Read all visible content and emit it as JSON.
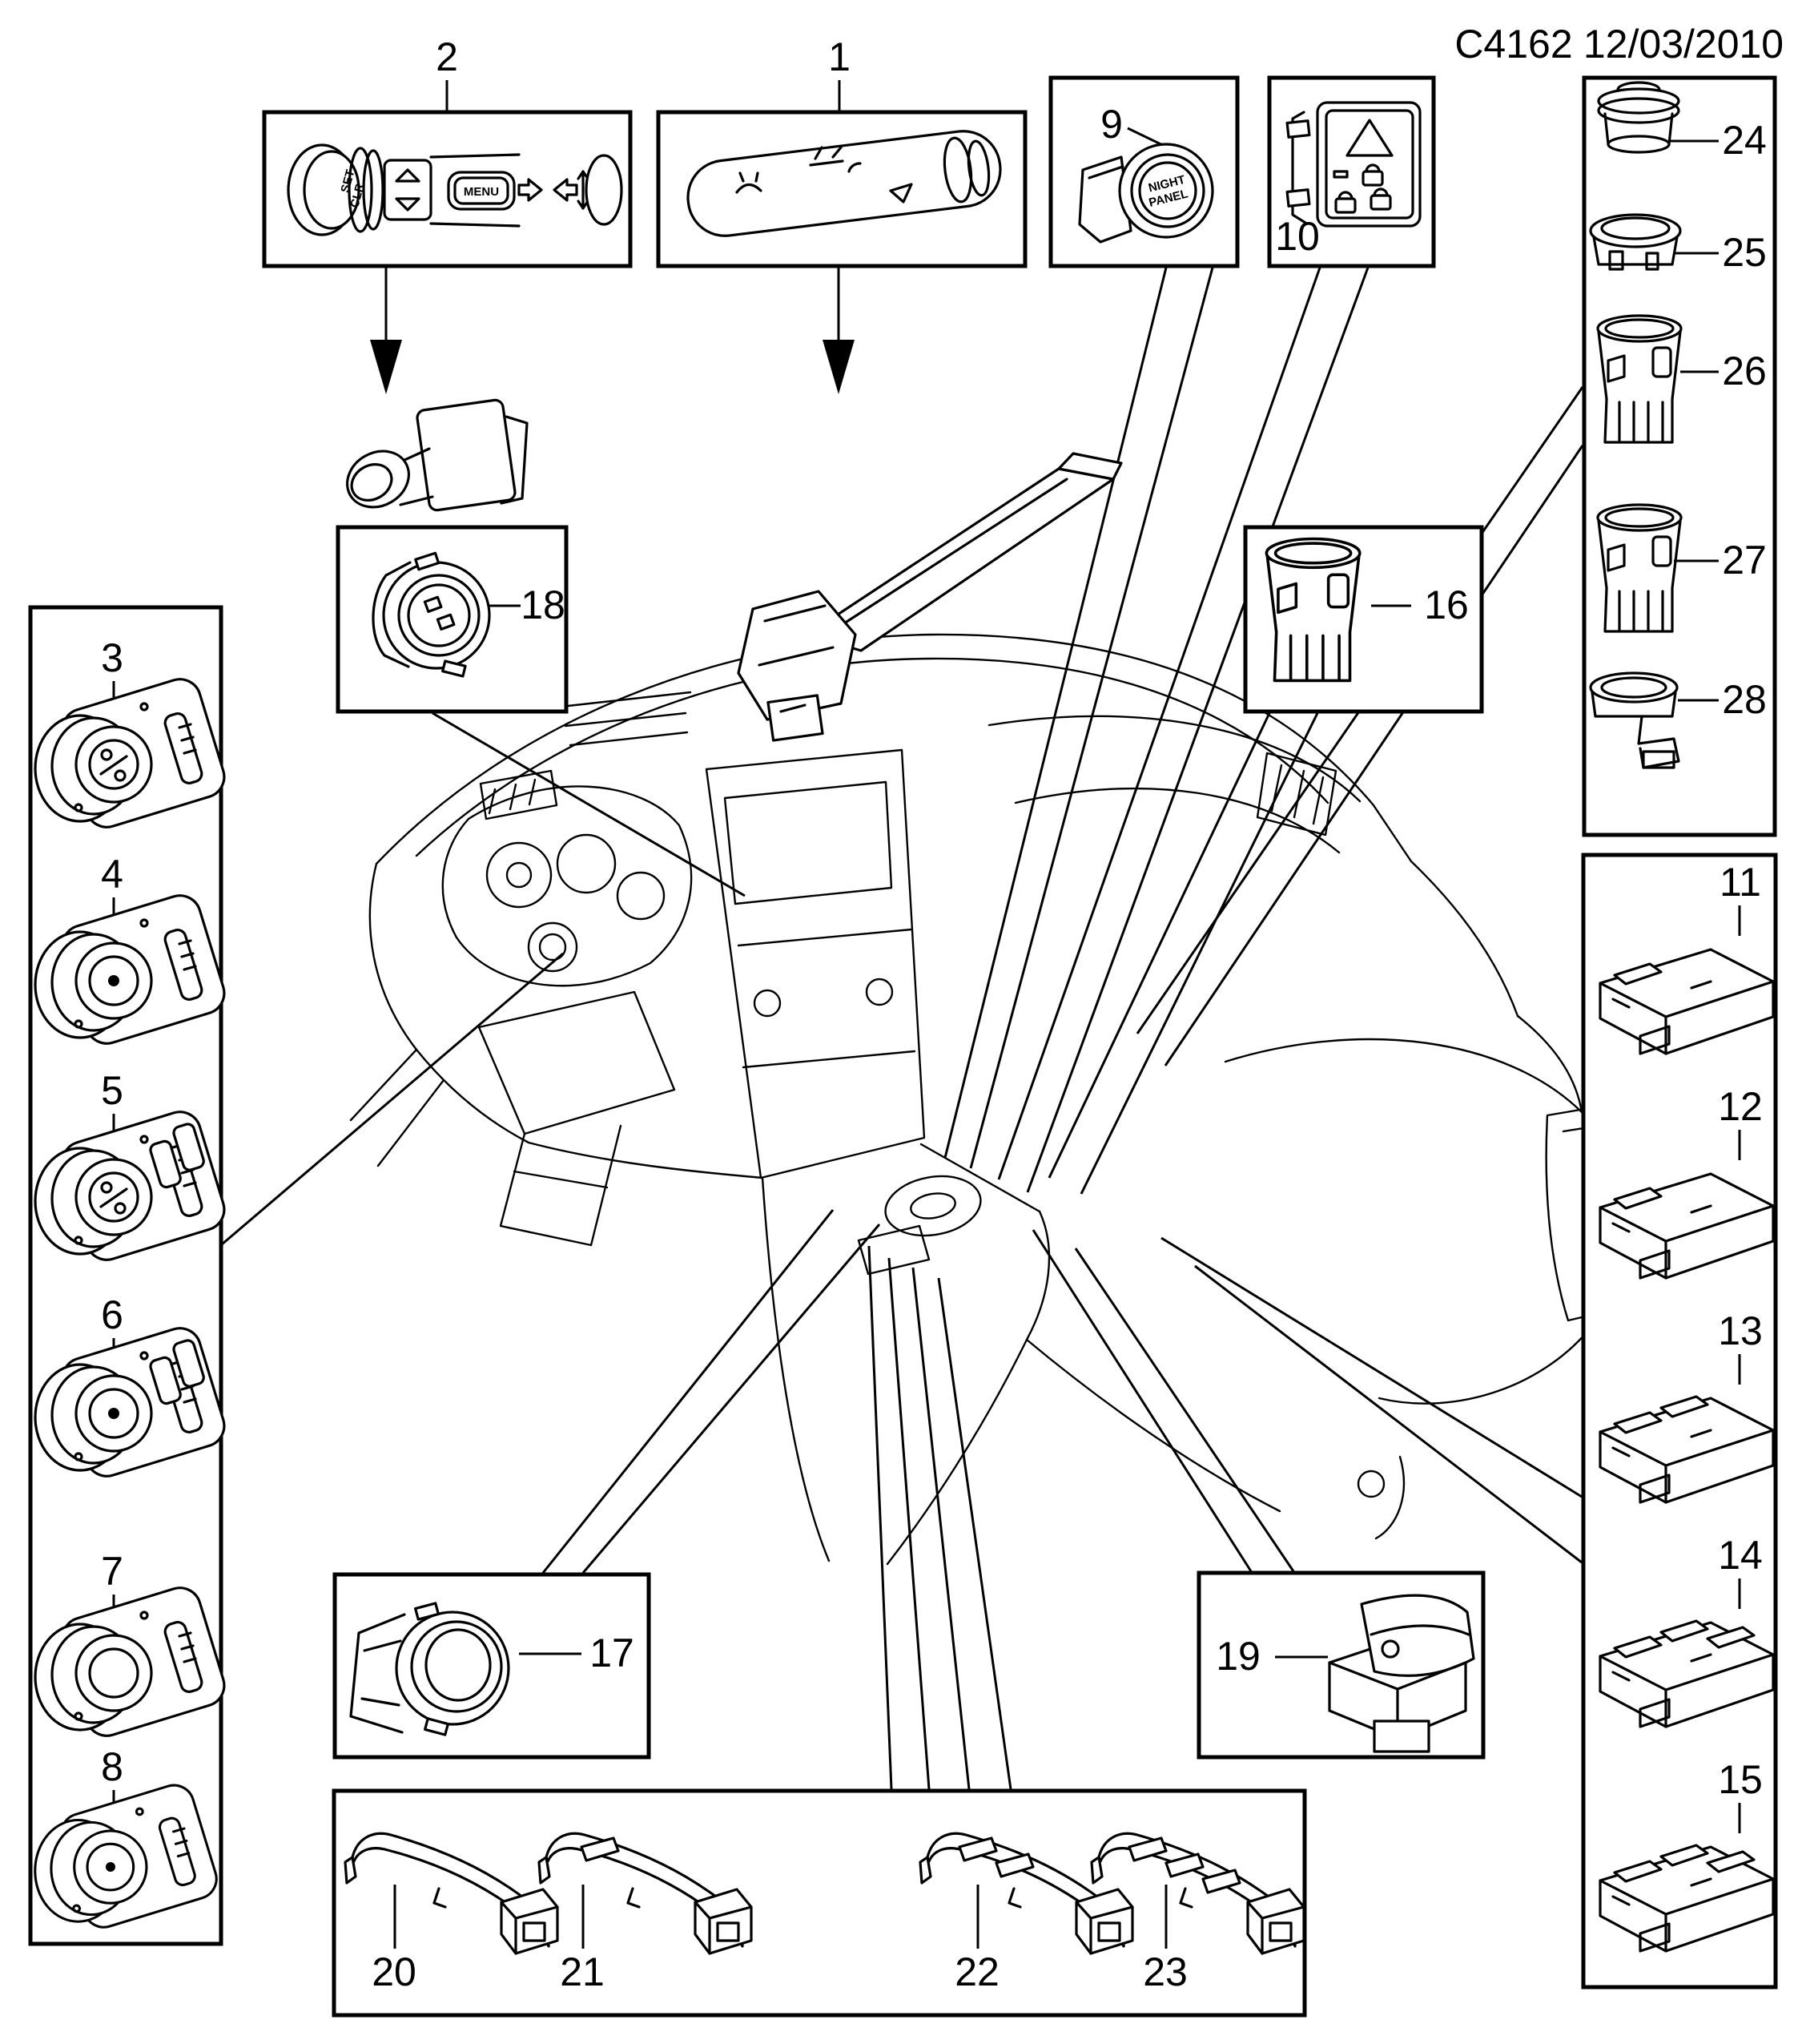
{
  "document": {
    "code": "C4162",
    "date": "12/03/2010"
  },
  "callouts": {
    "1": "1",
    "2": "2",
    "3": "3",
    "4": "4",
    "5": "5",
    "6": "6",
    "7": "7",
    "8": "8",
    "9": "9",
    "10": "10",
    "11": "11",
    "12": "12",
    "13": "13",
    "14": "14",
    "15": "15",
    "16": "16",
    "17": "17",
    "18": "18",
    "19": "19",
    "20": "20",
    "21": "21",
    "22": "22",
    "23": "23",
    "24": "24",
    "25": "25",
    "26": "26",
    "27": "27",
    "28": "28"
  },
  "part_texts": {
    "set": "SET",
    "clr": "CLR",
    "menu": "MENU",
    "night": "NIGHT",
    "panel": "PANEL"
  },
  "icons": {
    "down_arrow": "filled triangle pointing down",
    "hazard_triangle": "warning triangle outline",
    "padlock": "padlock shape",
    "up_down_arrows": "hollow up/down triangles",
    "left_arrow": "hollow left arrow",
    "right_arrow": "hollow right arrow"
  }
}
